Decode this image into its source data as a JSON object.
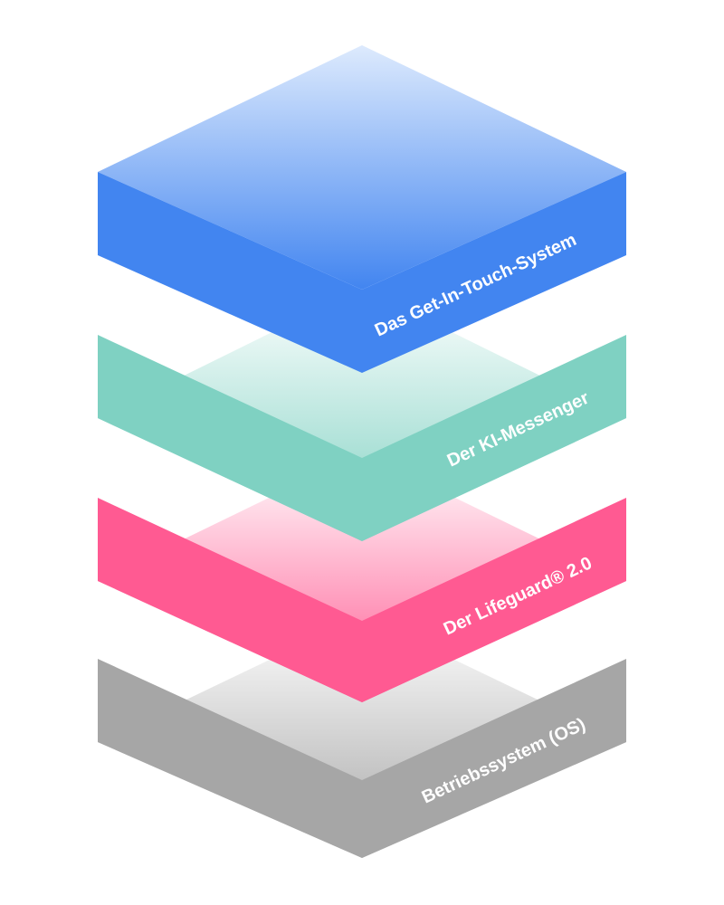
{
  "layers": [
    {
      "label": "Betriebssystem (OS)",
      "color": "#a6a6a6",
      "top_color": "#ffffff"
    },
    {
      "label": "Der Lifeguard® 2.0",
      "color": "#ff5a92",
      "top_color": "#ffffff"
    },
    {
      "label": "Der KI-Messenger",
      "color": "#7fd1c2",
      "top_color": "#ffffff"
    },
    {
      "label": "Das Get-In-Touch-System",
      "color": "#4285f0",
      "top_color": "#ddeafd"
    }
  ]
}
